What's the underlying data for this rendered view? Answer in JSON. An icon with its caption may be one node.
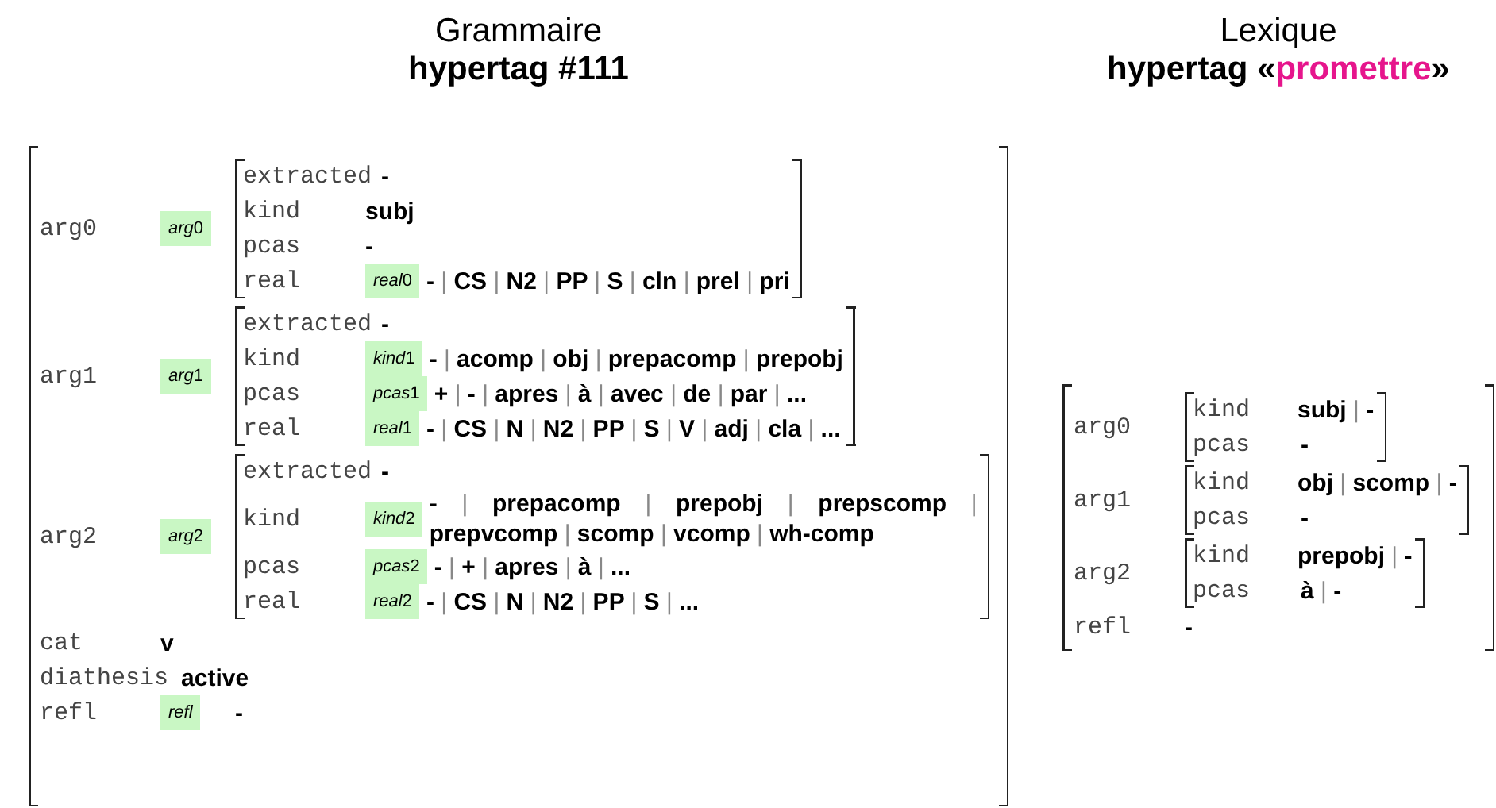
{
  "diagram": {
    "nodes": [
      {
        "text": [
          "Grammaire",
          "hypertag #111",
          "arg0",
          "arg1",
          "arg2",
          "cat",
          "v",
          "diathesis",
          "active",
          "refl",
          "-"
        ]
      },
      {
        "text": [
          "arg0"
        ],
        "in": 0
      },
      {
        "text": [
          "extracted",
          "-",
          "kind",
          "subj",
          "pcas",
          "-",
          "real",
          "- | CS | N2 | PP | S | cln | prel | pri"
        ],
        "in": 0
      },
      {
        "text": [
          "real0"
        ],
        "in": 2
      },
      {
        "text": [
          "arg1"
        ],
        "in": 0
      },
      {
        "text": [
          "extracted",
          "-",
          "kind",
          "- | acomp | obj | prepacomp | prepobj",
          "pcas",
          "+ | - | apres | à | avec | de | par | ...",
          "real",
          "- | CS | N | N2 | PP | S | V | adj | cla | ..."
        ],
        "in": 0
      },
      {
        "text": [
          "kind1"
        ],
        "in": 5
      },
      {
        "text": [
          "pcas1"
        ],
        "in": 5
      },
      {
        "text": [
          "real1"
        ],
        "in": 5
      },
      {
        "text": [
          "arg2"
        ],
        "in": 0
      },
      {
        "text": [
          "extracted",
          "-",
          "kind",
          "- | prepacomp | prepobj | prepscomp | prepvcomp | scomp | vcomp | wh-comp",
          "pcas",
          "- | + | apres | à | ...",
          "real",
          "- | CS | N | N2 | PP | S | ..."
        ],
        "in": 0
      },
      {
        "text": [
          "kind2"
        ],
        "in": 10
      },
      {
        "text": [
          "pcas2"
        ],
        "in": 10
      },
      {
        "text": [
          "real2"
        ],
        "in": 10
      },
      {
        "text": [
          "refl"
        ],
        "in": 0
      },
      {
        "text": [
          "arg0",
          "arg1",
          "arg2",
          "refl",
          "-"
        ]
      },
      {
        "text": [
          "kind",
          "subj | -",
          "pcas",
          "-"
        ],
        "in": 15
      },
      {
        "text": [
          "kind",
          "obj | scomp | -",
          "pcas",
          "-"
        ],
        "in": 15
      },
      {
        "text": [
          "kind",
          "prepobj | -",
          "pcas",
          "à | -"
        ],
        "in": 15
      }
    ],
    "labels": [
      "Lexique",
      "hypertag «promettre»"
    ]
  }
}
